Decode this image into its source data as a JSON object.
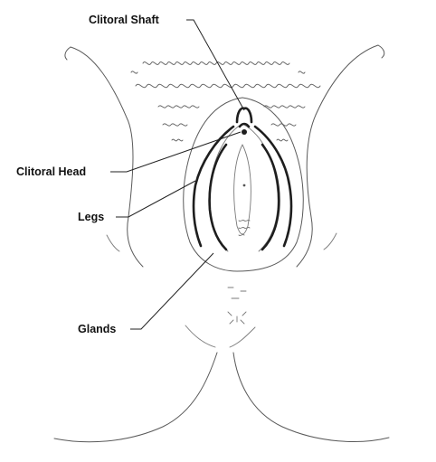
{
  "diagram": {
    "labels": {
      "clitoral_shaft": "Clitoral Shaft",
      "clitoral_head": "Clitoral Head",
      "legs": "Legs",
      "glands": "Glands"
    },
    "colors": {
      "background": "#ffffff",
      "outline": "#5a5a5a",
      "highlight": "#1e1e1e",
      "label_text": "#111111"
    }
  }
}
